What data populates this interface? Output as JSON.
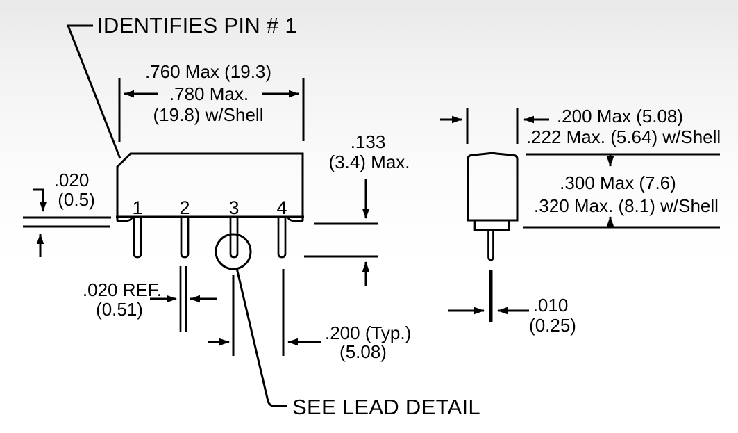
{
  "title_label": "IDENTIFIES PIN # 1",
  "lead_detail_label": "SEE LEAD DETAIL",
  "front_view": {
    "pins": [
      "1",
      "2",
      "3",
      "4"
    ],
    "width_dim": {
      "line1": ".760 Max (19.3)",
      "line2": ".780 Max.",
      "line3": "(19.8) w/Shell"
    },
    "height_dim": {
      "line1": ".133",
      "line2": "(3.4) Max."
    },
    "standoff_dim": {
      "line1": ".020",
      "line2": "(0.5)"
    },
    "lead_width_dim": {
      "line1": ".020 REF.",
      "line2": "(0.51)"
    },
    "pitch_dim": {
      "line1": ".200 (Typ.)",
      "line2": "(5.08)"
    }
  },
  "side_view": {
    "width_dim": {
      "line1": ".200 Max (5.08)",
      "line2": ".222 Max. (5.64) w/Shell"
    },
    "height_dim": {
      "line1": ".300 Max (7.6)",
      "line2": ".320 Max. (8.1) w/Shell"
    },
    "lead_thickness_dim": {
      "line1": ".010",
      "line2": "(0.25)"
    }
  },
  "colors": {
    "line": "#000000",
    "background_top": "#e9e9e9",
    "background_bottom": "#ffffff"
  }
}
